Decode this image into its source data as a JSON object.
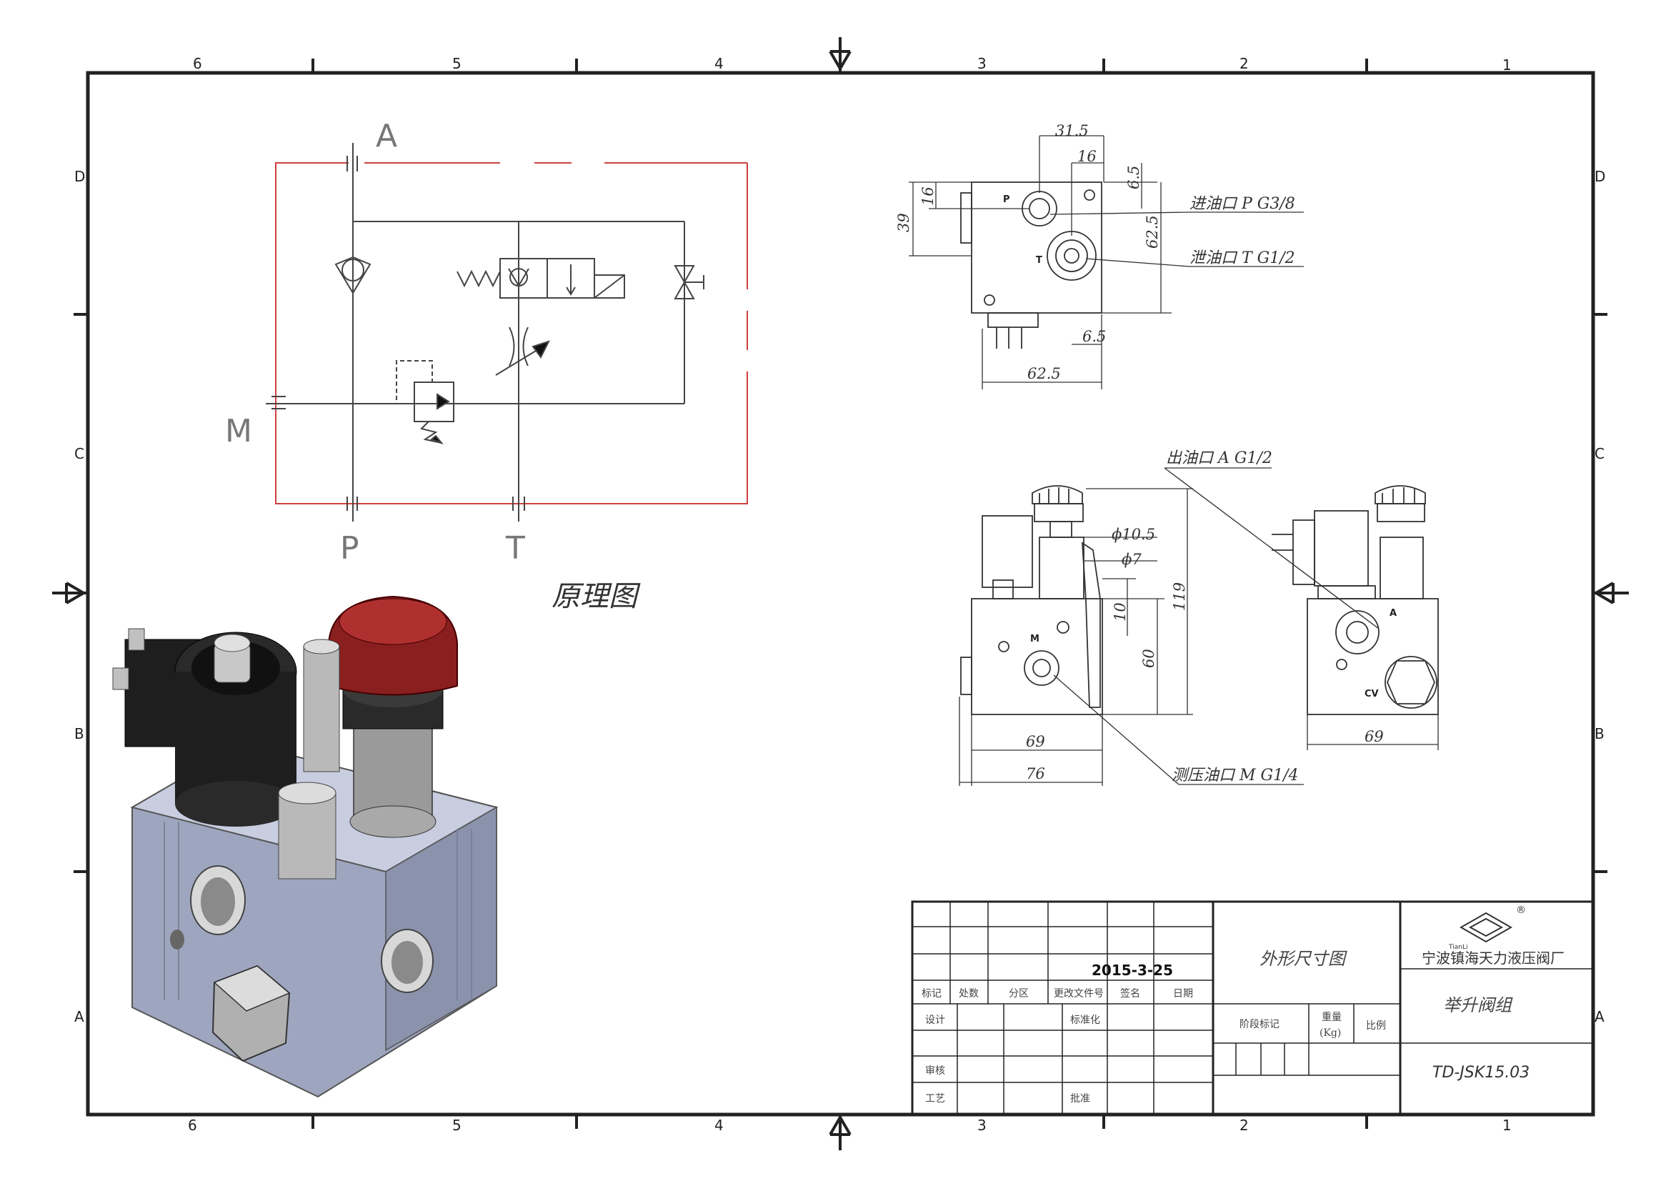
{
  "zones": {
    "columns": [
      "6",
      "5",
      "4",
      "3",
      "2",
      "1"
    ],
    "rows": [
      "D",
      "C",
      "B",
      "A"
    ]
  },
  "schematic": {
    "title": "原理图",
    "ports": {
      "a": "A",
      "m": "M",
      "p": "P",
      "t": "T"
    },
    "colors": {
      "frame": "#d04040",
      "lines": "#444444"
    }
  },
  "top_view": {
    "dims": {
      "d1": "31.5",
      "d2": "16",
      "d3": "6.5",
      "d4": "16",
      "d5": "39",
      "d6": "62.5",
      "d7": "6.5",
      "d8": "62.5"
    },
    "face_labels": {
      "p": "P",
      "t": "T"
    },
    "callouts": {
      "inlet": "进油口 P G3/8",
      "drain": "泄油口 T G1/2"
    }
  },
  "front_view": {
    "dims": {
      "dia1": "ϕ10.5",
      "dia2": "ϕ7",
      "h10": "10",
      "h60": "60",
      "h119": "119",
      "w69": "69",
      "w76": "76"
    },
    "face_labels": {
      "m": "M"
    },
    "callouts": {
      "outlet": "出油口 A G1/2",
      "gauge": "测压油口 M G1/4"
    }
  },
  "side_view": {
    "dims": {
      "w69": "69"
    },
    "face_labels": {
      "a": "A",
      "cv": "CV"
    }
  },
  "title_block": {
    "date": "2015-3-25",
    "headers": [
      "标记",
      "处数",
      "分区",
      "更改文件号",
      "签名",
      "日期"
    ],
    "row_design": [
      "设计",
      "标准化"
    ],
    "row_review": [
      "审核"
    ],
    "row_process": [
      "工艺",
      "批准"
    ],
    "stage_label": "阶段标记",
    "weight_label": "重量",
    "weight_unit": "(Kg)",
    "scale_label": "比例",
    "drawing_title": "外形尺寸图",
    "company_brand": "TianLi",
    "company": "宁波镇海天力液压阀厂",
    "part_name": "举升阀组",
    "drawing_no": "TD-JSK15.03",
    "registered": "®"
  },
  "render": {
    "body_color": "#9ea6bf",
    "cap_color": "#8a1f1f",
    "coil_color": "#1e1e1e",
    "metal_color": "#b9b9b9"
  }
}
